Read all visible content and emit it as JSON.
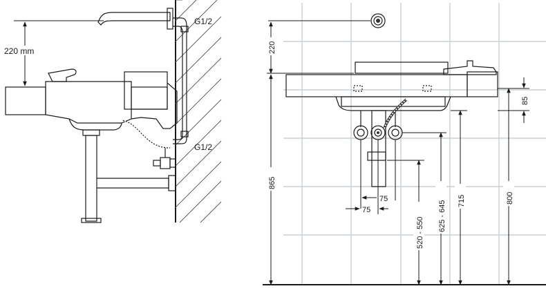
{
  "side_view": {
    "height_label": "220 mm",
    "connection_top": "G1/2",
    "connection_bottom": "G1/2"
  },
  "front_view": {
    "dim_top_220": "220",
    "dim_85": "85",
    "dim_865": "865",
    "dim_75_a": "75",
    "dim_75_b": "75",
    "dim_520_550": "520 - 550",
    "dim_625_645": "625 - 645",
    "dim_715": "715",
    "dim_800": "800"
  }
}
